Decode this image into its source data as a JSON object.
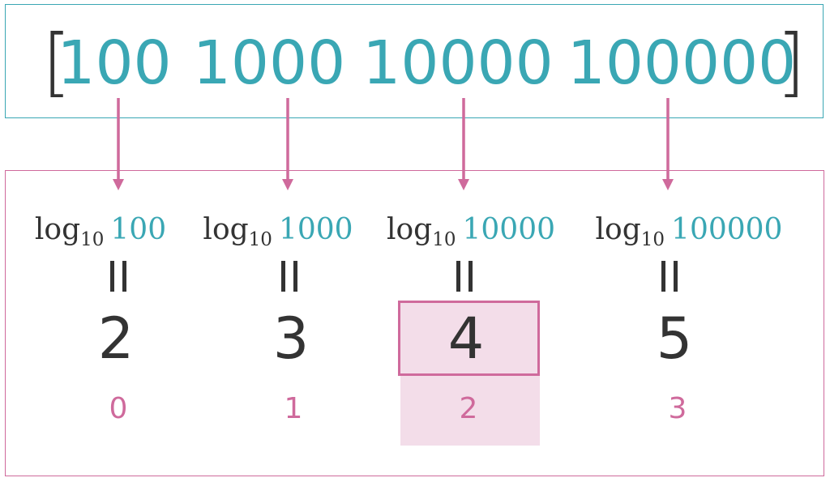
{
  "top_row": {
    "open_bracket": "[",
    "close_bracket": "]",
    "values": [
      "100",
      "1000",
      "10000",
      "100000"
    ]
  },
  "columns": [
    {
      "log_word": "log",
      "log_base": "10",
      "log_arg": "100",
      "result": "2",
      "index": "0",
      "highlighted": false
    },
    {
      "log_word": "log",
      "log_base": "10",
      "log_arg": "1000",
      "result": "3",
      "index": "1",
      "highlighted": false
    },
    {
      "log_word": "log",
      "log_base": "10",
      "log_arg": "10000",
      "result": "4",
      "index": "2",
      "highlighted": true
    },
    {
      "log_word": "log",
      "log_base": "10",
      "log_arg": "100000",
      "result": "5",
      "index": "3",
      "highlighted": false
    }
  ],
  "colors": {
    "teal": "#3aa7b4",
    "pink": "#cf6a9c",
    "highlight_fill": "#f3dde9",
    "text": "#333333"
  }
}
